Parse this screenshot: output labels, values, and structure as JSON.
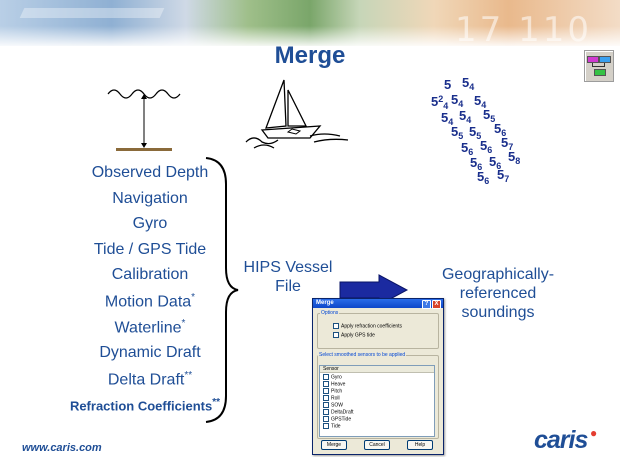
{
  "slide": {
    "title": "Merge",
    "footer_url": "www.caris.com",
    "logo_text": "caris",
    "banner_numerals": "17 110"
  },
  "soundings": [
    {
      "base": "5",
      "sub": ""
    },
    {
      "base": "5",
      "sub": "4"
    },
    {
      "base": "5",
      "sub": "4",
      "sup": "2"
    },
    {
      "base": "5",
      "sub": "4"
    },
    {
      "base": "5",
      "sub": "4"
    },
    {
      "base": "5",
      "sub": "4"
    },
    {
      "base": "5",
      "sub": "4"
    },
    {
      "base": "5",
      "sub": "5"
    },
    {
      "base": "5",
      "sub": "5"
    },
    {
      "base": "5",
      "sub": "5"
    },
    {
      "base": "5",
      "sub": "6"
    },
    {
      "base": "5",
      "sub": "6"
    },
    {
      "base": "5",
      "sub": "6"
    },
    {
      "base": "5",
      "sub": "7"
    },
    {
      "base": "5",
      "sub": "6"
    },
    {
      "base": "5",
      "sub": "6"
    },
    {
      "base": "5",
      "sub": "8"
    },
    {
      "base": "5",
      "sub": "6"
    },
    {
      "base": "5",
      "sub": "7"
    }
  ],
  "sensors": [
    {
      "label": "Observed Depth"
    },
    {
      "label": "Navigation"
    },
    {
      "label": "Gyro"
    },
    {
      "label": "Tide / GPS Tide"
    },
    {
      "label": "Calibration"
    },
    {
      "label": "Motion Data*"
    },
    {
      "label": "Waterline*"
    },
    {
      "label": "Dynamic Draft"
    },
    {
      "label": "Delta Draft**"
    },
    {
      "label": "Refraction Coefficients**"
    }
  ],
  "hips_label": "HIPS Vessel File",
  "hips_line1": "HIPS Vessel",
  "hips_line2": "File",
  "result_line1": "Geographically-",
  "result_line2": "referenced",
  "result_line3": "soundings",
  "dialog": {
    "title": "Merge",
    "help_glyph": "?",
    "close_glyph": "X",
    "options_label": "Options",
    "options": [
      {
        "label": "Apply refraction coefficients",
        "checked": false
      },
      {
        "label": "Apply GPS tide",
        "checked": false
      }
    ],
    "sensors_group_label": "Select smoothed sensors to be applied",
    "sensor_column_header": "Sensor",
    "sensor_rows": [
      {
        "label": "Gyro",
        "checked": false
      },
      {
        "label": "Heave",
        "checked": false
      },
      {
        "label": "Pitch",
        "checked": false
      },
      {
        "label": "Roll",
        "checked": false
      },
      {
        "label": "SOW",
        "checked": false
      },
      {
        "label": "DeltaDraft",
        "checked": false
      },
      {
        "label": "GPSTide",
        "checked": false
      },
      {
        "label": "Tide",
        "checked": false
      }
    ],
    "buttons": {
      "merge": "Merge",
      "cancel": "Cancel",
      "help": "Help"
    }
  },
  "colors": {
    "text_blue": "#1f4e96",
    "sounding_blue": "#1a2f8c",
    "arrow_blue": "#1b2aa0",
    "logo_dot_red": "#e43d30",
    "dialog_title_blue": "#0d47c9"
  },
  "icons": {
    "toolbar": "merge-toolbar-icon",
    "depth": "depth-measurement-icon",
    "boat": "sailboat-icon",
    "arrow": "right-arrow-icon",
    "brace": "right-brace-icon"
  }
}
